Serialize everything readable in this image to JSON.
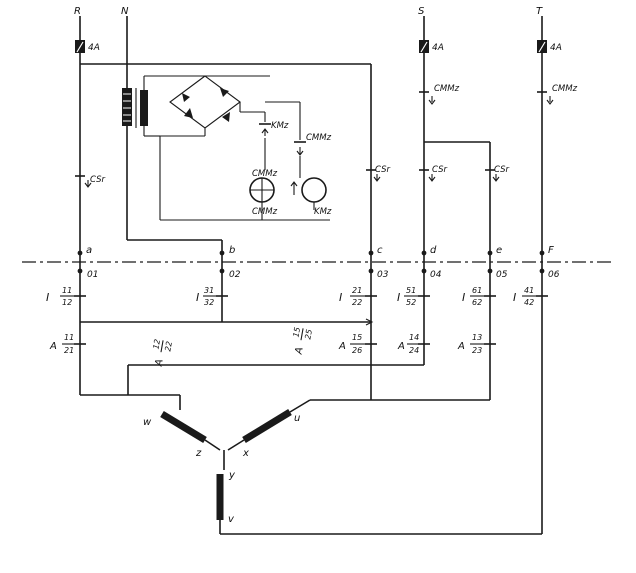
{
  "phases": {
    "r": "R",
    "n": "N",
    "s": "S",
    "t": "T"
  },
  "fuses": {
    "r": "4A",
    "s": "4A",
    "t": "4A"
  },
  "contacts": {
    "cmmz_s": "CMMz",
    "cmmz_t": "CMMz",
    "cmmz_bridge": "CMMz",
    "kmz_bridge": "KMz",
    "csr_r": "CSr",
    "csr_c": "CSr",
    "csr_d": "CSr",
    "csr_e": "CSr"
  },
  "coils": {
    "cmmz_upper": "CMMz",
    "cmmz_lower": "CMMz",
    "kmz": "KMz"
  },
  "terminal_letters": [
    "a",
    "b",
    "c",
    "d",
    "e",
    "F"
  ],
  "terminal_numbers": [
    "01",
    "02",
    "03",
    "04",
    "05",
    "06"
  ],
  "switch_i": {
    "prefix": "I",
    "a": {
      "num": "11",
      "den": "12"
    },
    "b": {
      "num": "31",
      "den": "32"
    },
    "c": {
      "num": "21",
      "den": "22"
    },
    "d": {
      "num": "51",
      "den": "52"
    },
    "e": {
      "num": "61",
      "den": "62"
    },
    "f": {
      "num": "41",
      "den": "42"
    }
  },
  "switch_a": {
    "prefix": "A",
    "a": {
      "num": "11",
      "den": "21"
    },
    "b": {
      "num": "12",
      "den": "22"
    },
    "c1": {
      "num": "15",
      "den": "25"
    },
    "c2": {
      "num": "15",
      "den": "26"
    },
    "d": {
      "num": "14",
      "den": "24"
    },
    "e": {
      "num": "13",
      "den": "23"
    }
  },
  "motor_windings": {
    "w": "w",
    "z": "z",
    "x": "x",
    "u": "u",
    "y": "y",
    "v": "v"
  }
}
